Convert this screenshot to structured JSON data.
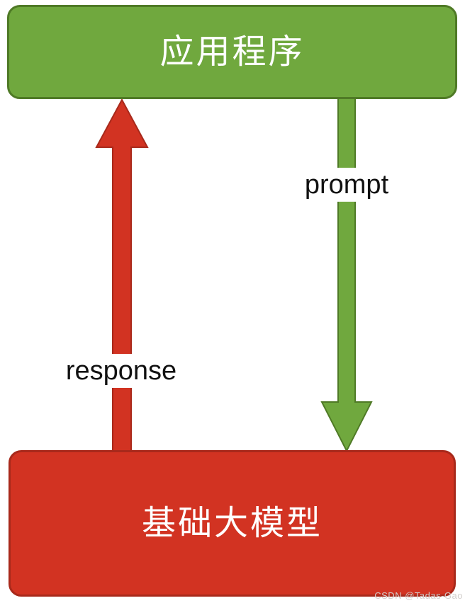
{
  "diagram": {
    "top_node": {
      "label": "应用程序"
    },
    "bottom_node": {
      "label": "基础大模型"
    },
    "edges": {
      "prompt": {
        "label": "prompt",
        "direction": "down",
        "from": "top_node",
        "to": "bottom_node"
      },
      "response": {
        "label": "response",
        "direction": "up",
        "from": "bottom_node",
        "to": "top_node"
      }
    },
    "watermark": "CSDN @Tadas-Gao"
  },
  "colors": {
    "background": "#ffffff",
    "green_fill": "#70a83e",
    "green_border": "#4f7a26",
    "red_fill": "#d23322",
    "red_border": "#a8291b",
    "node_text": "#ffffff",
    "edge_label_text": "#111111",
    "watermark_text": "#d3cfcd"
  }
}
